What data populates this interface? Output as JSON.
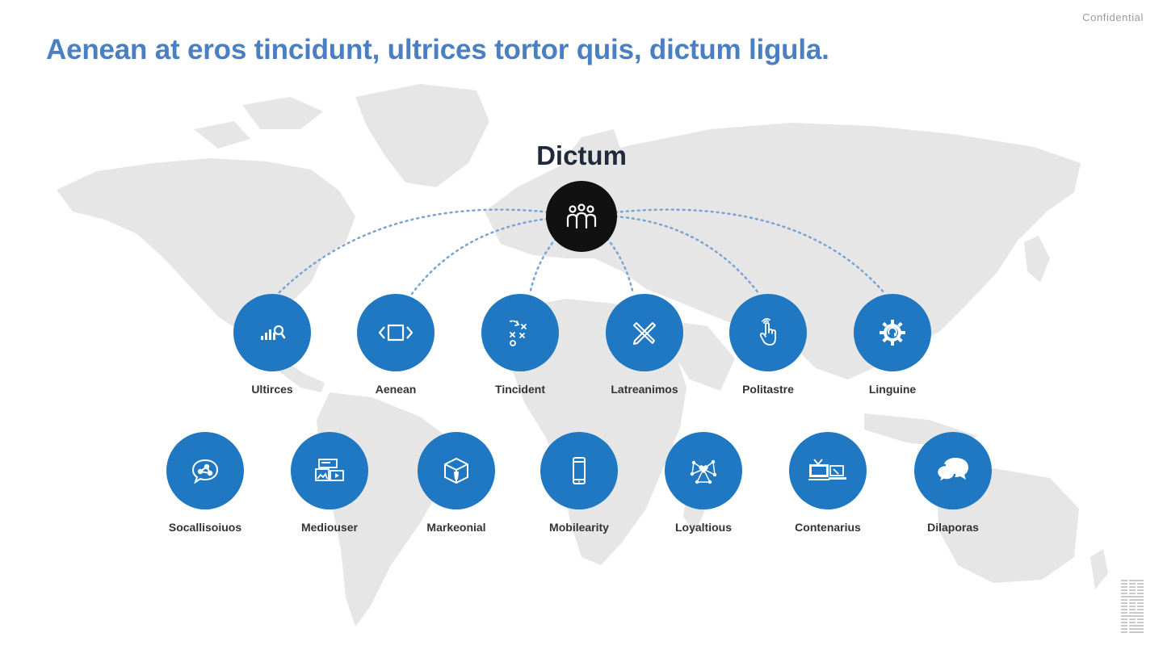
{
  "header": {
    "confidential": "Confidential",
    "title": "Aenean at eros tincidunt, ultrices tortor quis, dictum ligula."
  },
  "hub": {
    "title": "Dictum",
    "icon": "people-group-icon",
    "color": "#111111"
  },
  "colors": {
    "title": "#4a7fc1",
    "node": "#1f78c1",
    "connector": "#7aa3d6",
    "map": "#e6e6e6"
  },
  "row1": [
    {
      "label": "Ultirces",
      "icon": "bar-chart-magnifier-icon"
    },
    {
      "label": "Aenean",
      "icon": "code-brackets-icon"
    },
    {
      "label": "Tincident",
      "icon": "strategy-play-icon"
    },
    {
      "label": "Latreanimos",
      "icon": "pencil-ruler-icon"
    },
    {
      "label": "Politastre",
      "icon": "touch-gesture-icon"
    },
    {
      "label": "Linguine",
      "icon": "gear-cycle-icon"
    }
  ],
  "row2": [
    {
      "label": "Socallisoiuos",
      "icon": "social-network-bubble-icon"
    },
    {
      "label": "Mediouser",
      "icon": "media-stack-icon"
    },
    {
      "label": "Markeonial",
      "icon": "cube-package-icon"
    },
    {
      "label": "Mobilearity",
      "icon": "smartphone-icon"
    },
    {
      "label": "Loyaltious",
      "icon": "heart-network-icon"
    },
    {
      "label": "Contenarius",
      "icon": "tv-devices-icon"
    },
    {
      "label": "Dilaporas",
      "icon": "chat-bubbles-icon"
    }
  ]
}
